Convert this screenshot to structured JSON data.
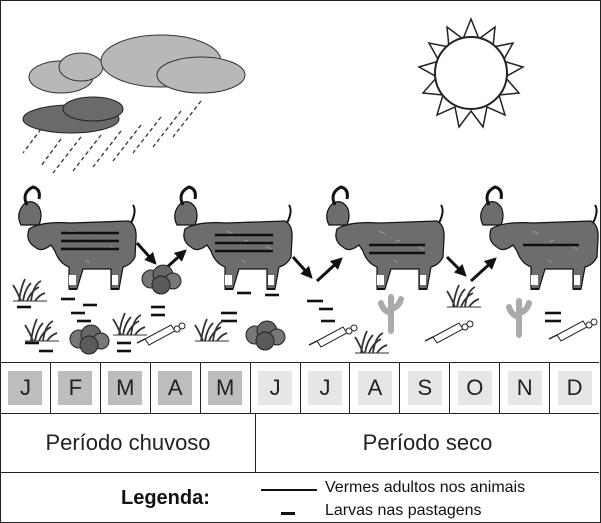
{
  "colors": {
    "line": "#222222",
    "rain_box": "#bdbdbd",
    "dry_box": "#e6e6e6",
    "goat": "#6d6d6d",
    "cloud_light": "#b8b8b8",
    "cloud_dark": "#6a6a6a"
  },
  "months": [
    {
      "label": "J",
      "season": "rain"
    },
    {
      "label": "F",
      "season": "rain"
    },
    {
      "label": "M",
      "season": "rain"
    },
    {
      "label": "A",
      "season": "rain"
    },
    {
      "label": "M",
      "season": "rain"
    },
    {
      "label": "J",
      "season": "dry"
    },
    {
      "label": "J",
      "season": "dry"
    },
    {
      "label": "A",
      "season": "dry"
    },
    {
      "label": "S",
      "season": "dry"
    },
    {
      "label": "O",
      "season": "dry"
    },
    {
      "label": "N",
      "season": "dry"
    },
    {
      "label": "D",
      "season": "dry"
    }
  ],
  "periods": {
    "rainy": "Período chuvoso",
    "dry": "Período seco"
  },
  "legend": {
    "title": "Legenda:",
    "items": [
      {
        "symbol": "long-line",
        "text": "Vermes adultos nos animais"
      },
      {
        "symbol": "short-dash",
        "text": "Larvas nas pastagens"
      }
    ]
  },
  "goats": [
    {
      "adult_worm_lines": 3
    },
    {
      "adult_worm_lines": 3
    },
    {
      "adult_worm_lines": 2
    },
    {
      "adult_worm_lines": 1
    }
  ]
}
